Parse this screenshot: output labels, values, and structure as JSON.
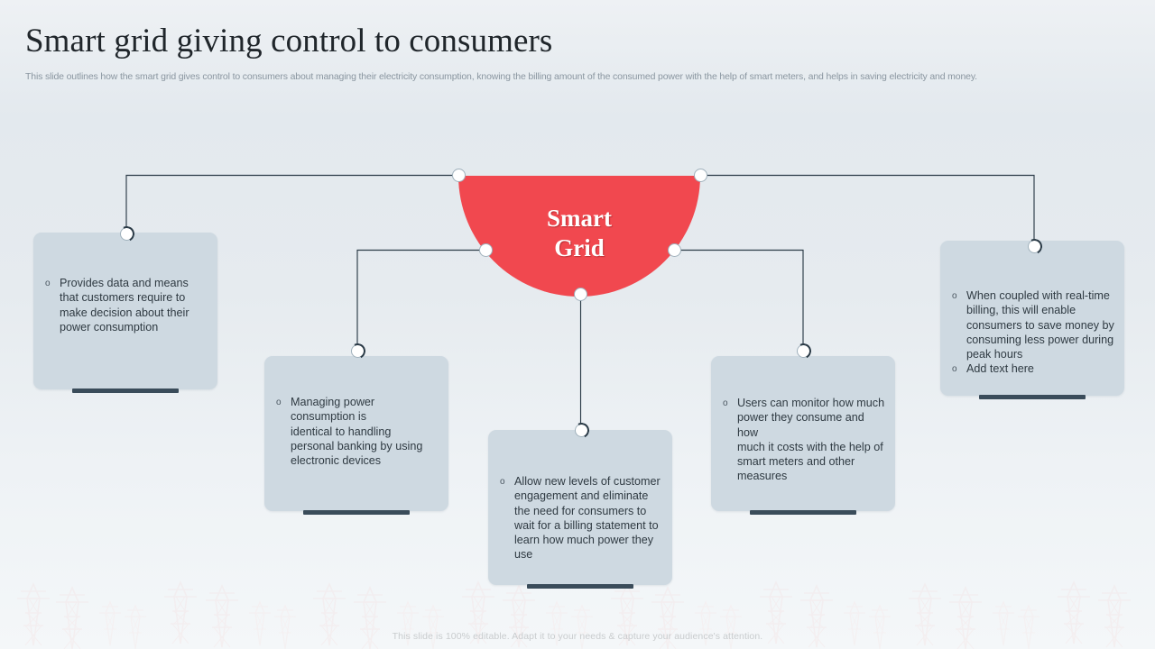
{
  "header": {
    "title": "Smart grid giving control to consumers",
    "subtitle": "This slide outlines how the smart grid gives control to consumers about managing their electricity consumption, knowing the billing amount of the consumed power with the help of smart meters, and helps in saving electricity and money."
  },
  "hub": {
    "label": "Smart\nGrid",
    "color": "#f1484f",
    "text_color": "#ffffff"
  },
  "colors": {
    "background": "#e6ebef",
    "card_background": "#ced9e1",
    "card_underline": "#3a4c5a",
    "connector_line": "#2b3b47",
    "accent_red": "#f1484f",
    "body_text": "#2f3a42",
    "subtitle_text": "#8a96a0"
  },
  "bullet_marker": "o",
  "cards": [
    {
      "id": "card-provides-data",
      "name": "provides-data-card",
      "bullets": [
        "Provides data and means that customers require to make decision about their power consumption"
      ]
    },
    {
      "id": "card-managing-power",
      "name": "managing-power-card",
      "bullets": [
        "Managing power\nconsumption is\nidentical to handling\npersonal banking by using\nelectronic devices"
      ]
    },
    {
      "id": "card-customer-engagement",
      "name": "customer-engagement-card",
      "bullets": [
        "Allow new levels of customer engagement and eliminate the need for consumers to wait for a billing statement to learn how much power they use"
      ]
    },
    {
      "id": "card-users-monitor",
      "name": "users-monitor-card",
      "bullets": [
        "Users can monitor how much power they consume and how\nmuch it costs with the help of smart meters and other measures"
      ]
    },
    {
      "id": "card-real-time-billing",
      "name": "real-time-billing-card",
      "bullets": [
        "When coupled with real-time billing, this will enable consumers to save money by consuming less power during peak hours",
        "Add text here"
      ]
    }
  ],
  "footer": {
    "note": "This slide is 100% editable. Adapt it to your needs & capture your audience's attention."
  }
}
